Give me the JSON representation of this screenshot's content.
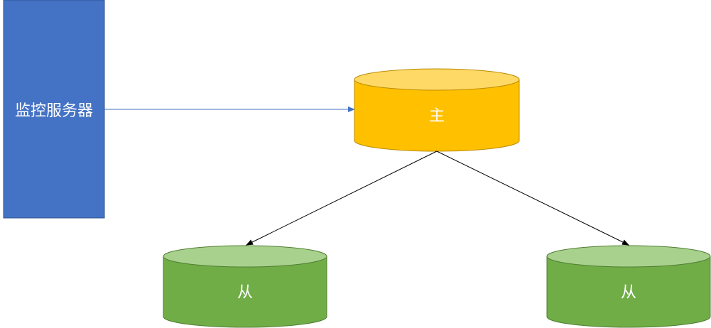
{
  "monitor": {
    "label": "监控服务器",
    "fill": "#4472C4",
    "stroke": "#2F528F"
  },
  "master": {
    "label": "主",
    "fill": "#FFC000",
    "top_fill": "#FFD966",
    "stroke": "#BC8C00"
  },
  "slaves": [
    {
      "label": "从"
    },
    {
      "label": "从"
    }
  ],
  "slave_style": {
    "fill": "#70AD47",
    "top_fill": "#A9D18E",
    "stroke": "#507E32"
  },
  "connectors": {
    "monitor_arrow_color": "#4472C4",
    "replication_arrow_color": "#000000"
  }
}
